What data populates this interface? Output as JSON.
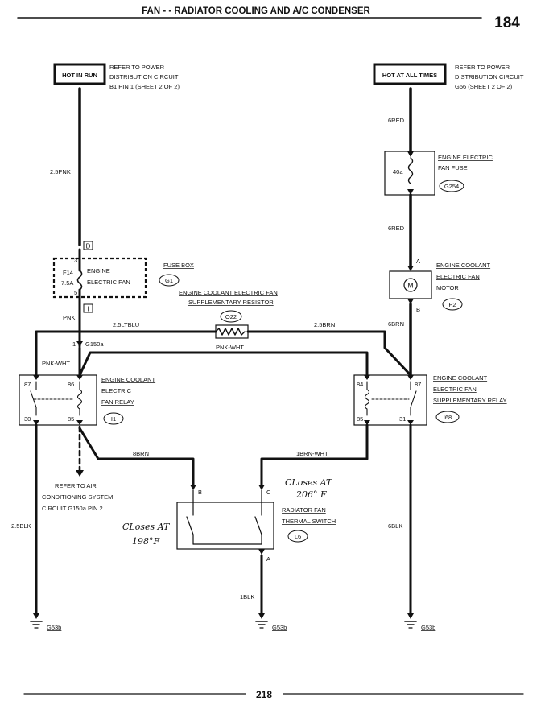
{
  "header": {
    "title": "FAN - - RADIATOR COOLING AND A/C CONDENSER",
    "page_code": "184"
  },
  "footer": {
    "page_number": "218"
  },
  "power": {
    "left": {
      "label": "HOT IN RUN",
      "ref_lines": [
        "REFER TO POWER",
        "DISTRIBUTION CIRCUIT",
        "B1 PIN 1 (SHEET 2 OF 2)"
      ]
    },
    "right": {
      "label": "HOT AT ALL TIMES",
      "ref_lines": [
        "REFER TO POWER",
        "DISTRIBUTION CIRCUIT",
        "G56 (SHEET 2 OF 2)"
      ]
    }
  },
  "wires": {
    "w_2_5pnk": "2.5PNK",
    "w_pnk": "PNK",
    "w_2_5ltblu": "2.5LTBLU",
    "w_2_5brn": "2.5BRN",
    "w_pnk_wht_top": "PNK-WHT",
    "w_pnk_wht_left": "PNK-WHT",
    "w_g150a": "G150a",
    "w_6red_top": "6RED",
    "w_6red_mid": "6RED",
    "w_6brn": "6BRN",
    "w_8brn": "8BRN",
    "w_1brn_wht": "1BRN-WHT",
    "w_2_5blk": "2.5BLK",
    "w_6blk": "6BLK",
    "w_1blk": "1BLK"
  },
  "fuse_box": {
    "label": "FUSE BOX",
    "ref": "G1",
    "fuse_id": "F14",
    "fuse_rating": "7.5A",
    "name_lines": [
      "ENGINE",
      "ELECTRIC FAN"
    ],
    "pin_top": "D",
    "pin_bottom": "I",
    "pin_3": "3",
    "pin_5": "5",
    "pin_1": "1"
  },
  "fan_fuse": {
    "rating": "40a",
    "name_lines": [
      "ENGINE ELECTRIC",
      "FAN FUSE"
    ],
    "ref": "G254"
  },
  "motor": {
    "symbol": "M",
    "name_lines": [
      "ENGINE COOLANT",
      "ELECTRIC FAN",
      "MOTOR"
    ],
    "ref": "P2",
    "pin_a": "A",
    "pin_b": "B"
  },
  "resistor": {
    "name_lines": [
      "ENGINE COOLANT ELECTRIC FAN",
      "SUPPLEMENTARY RESISTOR"
    ],
    "ref": "O22"
  },
  "relay_left": {
    "name_lines": [
      "ENGINE COOLANT",
      "ELECTRIC",
      "FAN RELAY"
    ],
    "ref": "I1",
    "pins": [
      "87",
      "86",
      "30",
      "85"
    ]
  },
  "relay_right": {
    "name_lines": [
      "ENGINE COOLANT",
      "ELECTRIC FAN",
      "SUPPLEMENTARY RELAY"
    ],
    "ref": "I68",
    "pins": [
      "84",
      "87",
      "85",
      "31"
    ]
  },
  "ac_ref": {
    "lines": [
      "REFER TO AIR",
      "CONDITIONING SYSTEM",
      "CIRCUIT G150a PIN 2"
    ]
  },
  "switch": {
    "name_lines": [
      "RADIATOR FAN",
      "THERMAL SWITCH"
    ],
    "ref": "L6",
    "pin_b": "B",
    "pin_c": "C",
    "pin_a": "A",
    "note_right": [
      "CLoses AT",
      "206° F"
    ],
    "note_left": [
      "CLoses AT",
      "198°F"
    ]
  },
  "grounds": {
    "left": "G53b",
    "center": "G53b",
    "right": "G53b"
  }
}
